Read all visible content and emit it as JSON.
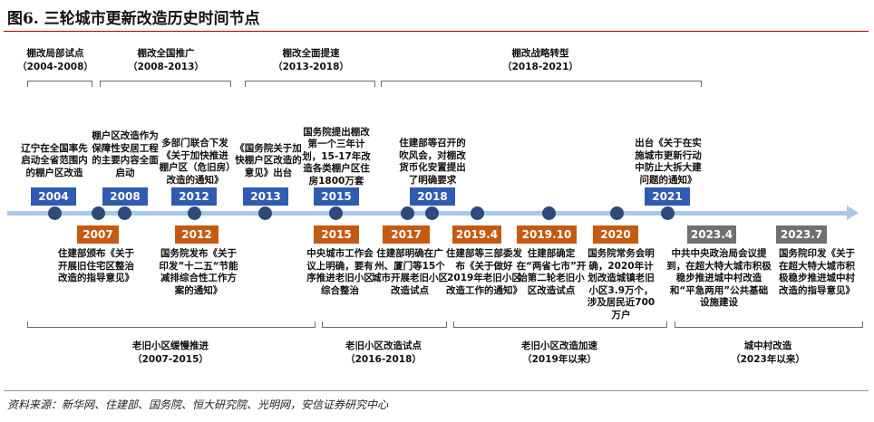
{
  "figure_title": "图6. 三轮城市更新改造历史时间节点",
  "source_note": "资料来源：新华网、住建部、国务院、恒大研究院、光明网，安信证券研究中心",
  "colors": {
    "title_rule": "#a40000",
    "axis": "#a9c7ea",
    "dot": "#2e4a7b",
    "tag_blue": "#2f5bb3",
    "tag_orange": "#c55a11",
    "tag_grey": "#707070"
  },
  "phases_top": [
    {
      "name": "棚改局部试点",
      "period": "（2004-2008）"
    },
    {
      "name": "棚改全国推广",
      "period": "（2008-2013）"
    },
    {
      "name": "棚改全面提速",
      "period": "（2013-2018）"
    },
    {
      "name": "棚改战略转型",
      "period": "（2018-2021）"
    }
  ],
  "phases_bottom": [
    {
      "name": "老旧小区缓慢推进",
      "period": "（2007-2015）"
    },
    {
      "name": "老旧小区改造试点",
      "period": "（2016-2018）"
    },
    {
      "name": "老旧小区改造加速",
      "period": "（2019年以来）"
    },
    {
      "name": "城中村改造",
      "period": "（2023年以来）"
    }
  ],
  "events_top": [
    {
      "year": "2004",
      "text": "辽宁在全国率先启动全省范围内的棚户区改造"
    },
    {
      "year": "2008",
      "text": "棚户区改造作为保障性安居工程的主要内容全面启动"
    },
    {
      "year": "2012",
      "text": "多部门联合下发《关于加快推进棚户区（危旧房）改造的通知》"
    },
    {
      "year": "2013",
      "text": "《国务院关于加快棚户区改造的意见》出台"
    },
    {
      "year": "2015",
      "text": "国务院提出棚改第一个三年计划，15-17年改造各类棚户区住房1800万套"
    },
    {
      "year": "2018",
      "text": "住建部等召开的吹风会，对棚改货币化安置提出了明确要求"
    },
    {
      "year": "2021",
      "text": "出台《关于在实施城市更新行动中防止大拆大建问题的通知》"
    }
  ],
  "events_bottom": [
    {
      "year": "2007",
      "text": "住建部颁布《关于开展旧住宅区整治改造的指导意见》"
    },
    {
      "year": "2012",
      "text": "国务院发布《关于印发”十二五“节能减排综合性工作方案的通知》"
    },
    {
      "year": "2015",
      "text": "中央城市工作会议上明确，要有序推进老旧小区综合整治"
    },
    {
      "year": "2017",
      "text": "住建部明确在广州、厦门等15个城市开展老旧小区改造试点"
    },
    {
      "year": "2019.4",
      "text": "住建部等三部委发布《关于做好2019年老旧小区改造工作的通知》"
    },
    {
      "year": "2019.10",
      "text": "住建部确定在“两省七市”开始第二轮老旧小区改造试点"
    },
    {
      "year": "2020",
      "text": "国务院常务会明确，2020年计划改造城镇老旧小区3.9万个，涉及居民近700万户"
    },
    {
      "year": "2023.4",
      "text": "中共中央政治局会议提到，在超大特大城市积极稳步推进城中村改造和“平急两用”公共基础设施建设"
    },
    {
      "year": "2023.7",
      "text": "国务院印发《关于在超大特大城市积极稳步推进城中村改造的指导意见》"
    }
  ]
}
